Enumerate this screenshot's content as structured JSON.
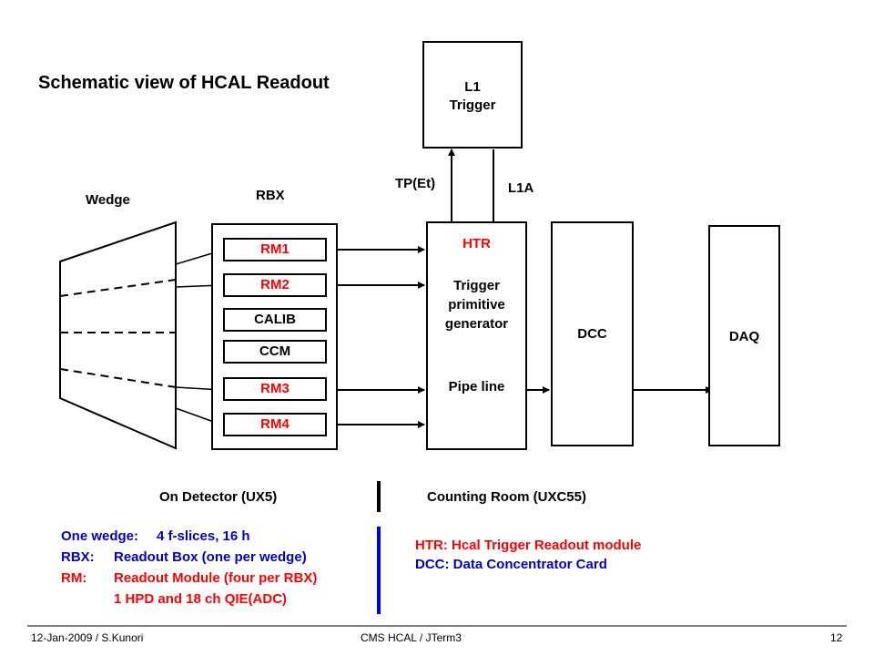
{
  "title": "Schematic view of HCAL Readout",
  "l1": {
    "line1": "L1",
    "line2": "Trigger"
  },
  "labels": {
    "tp": "TP(Et)",
    "l1a": "L1A",
    "wedge": "Wedge",
    "rbx": "RBX"
  },
  "rbx_modules": [
    "RM1",
    "RM2",
    "CALIB",
    "CCM",
    "RM3",
    "RM4"
  ],
  "htr": {
    "title": "HTR",
    "tpg1": "Trigger",
    "tpg2": "primitive",
    "tpg3": "generator",
    "pipeline": "Pipe line"
  },
  "dcc": "DCC",
  "daq": "DAQ",
  "locations": {
    "detector": "On Detector (UX5)",
    "counting": "Counting Room (UXC55)"
  },
  "notes_left": {
    "wedge_key": "One wedge:",
    "wedge_val": "4 f-slices, 16 h",
    "rbx_key": "RBX:",
    "rbx_val": "Readout Box (one per wedge)",
    "rm_key": "RM:",
    "rm_val": "Readout Module (four per RBX)",
    "rm_val2": "1 HPD and 18 ch QIE(ADC)"
  },
  "notes_right": {
    "htr_def": "HTR: Hcal Trigger Readout module",
    "dcc_def": "DCC: Data Concentrator Card"
  },
  "footer": {
    "left": "12-Jan-2009 / S.Kunori",
    "center": "CMS HCAL / JTerm3",
    "right": "12"
  },
  "colors": {
    "red": "#ff0000",
    "blue": "#0000cc"
  }
}
